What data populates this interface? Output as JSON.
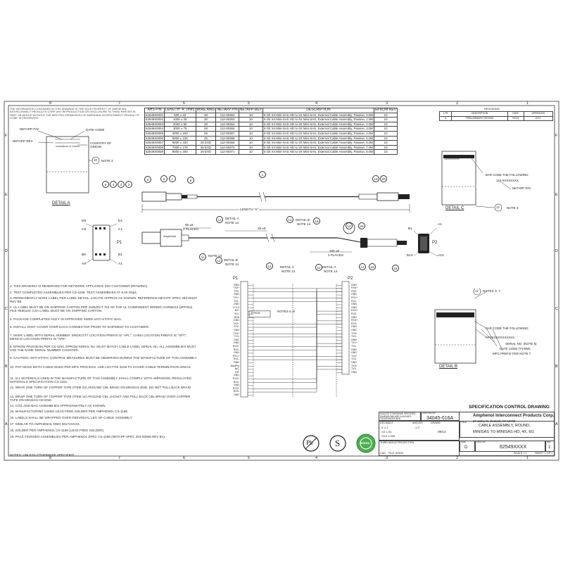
{
  "border": {
    "top_zones": [
      "8",
      "7",
      "6",
      "5",
      "4",
      "3",
      "2",
      "1"
    ],
    "bottom_zones": [
      "8",
      "7",
      "6",
      "5",
      "4",
      "3",
      "2",
      "1"
    ],
    "left_rows": [
      "F",
      "E",
      "D",
      "C",
      "B",
      "A"
    ],
    "right_rows": [
      "F",
      "E",
      "D",
      "C",
      "B",
      "A"
    ]
  },
  "proprietary_note": "THE INFORMATION CONTAINED IN THIS DRAWING IS THE SOLE PROPERTY OF AMPHENOL INTERCONNECT PRODUCTS CORP. ANY REPRODUCTION OR DISCLOSURE TO THIRD PARTIES IN PART OR WHOLE WITHOUT THE WRITTEN PERMISSION OF AMPHENOL INTERCONNECT PRODUCTS CORP. IS PROHIBITED.",
  "parts_table": {
    "headers": [
      "AHS P/N",
      "LENGTH \"A\" (mm)",
      "WIRE AWG",
      "NETAPP P/N",
      "NETAPP REV",
      "DESCRIPTION",
      "EPROM REV"
    ],
    "rows": [
      [
        "62549X0001",
        "500 ± 15",
        "30",
        "112-00362",
        "10",
        "6 Gb X4 Mini-SAS HD to 4X Mini-SAS, External Cable Assembly, Passive, 0.5M",
        "10"
      ],
      [
        "62549X0002",
        "1000 ± 25",
        "30",
        "112-00363",
        "10",
        "6 Gb X4 Mini-SAS HD to 4X Mini-SAS, External Cable Assembly, Passive, 1.0M",
        "10"
      ],
      [
        "62549X0003",
        "2000 ± 50",
        "30",
        "112-00364",
        "10",
        "6 Gb X4 Mini-SAS HD to 4X Mini-SAS, External Cable Assembly, Passive, 2.0M",
        "10"
      ],
      [
        "62549X0004",
        "3000 ± 75",
        "28",
        "112-00365",
        "10",
        "6 Gb X4 Mini-SAS HD to 4X Mini-SAS, External Cable Assembly, Passive, 3.0M",
        "10"
      ],
      [
        "62549X0005",
        "4000 ± 100",
        "26",
        "112-00367",
        "10",
        "6 Gb X4 Mini-SAS HD to 4X Mini-SAS, External Cable Assembly, Passive, 4.0M",
        "10"
      ],
      [
        "62549X0006",
        "5000 ± 125",
        "26",
        "112-00368",
        "10",
        "6 Gb X4 Mini-SAS HD to 4X Mini-SAS, External Cable Assembly, Passive, 5.0M",
        "10"
      ],
      [
        "62549X0007",
        "6000 ± 150",
        "26 EXD",
        "112-00369",
        "10",
        "6 Gb X4 Mini-SAS HD to 4X Mini-SAS, External Cable Assembly, Passive, 6.0M",
        "10"
      ],
      [
        "62549X0008",
        "7000 ± 175",
        "26 EXD",
        "112-00370",
        "10",
        "6 Gb X4 Mini-SAS HD to 4X Mini-SAS, External Cable Assembly, Passive, 7.0M",
        "10"
      ],
      [
        "62549X0009",
        "8000 ± 200",
        "26 EXD",
        "112-00371",
        "10",
        "6 Gb X4 Mini-SAS HD to 4X Mini-SAS, External Cable Assembly, Passive, 8.0M",
        "10"
      ]
    ]
  },
  "revisions": {
    "title": "REVISIONS",
    "headers": [
      "LTR",
      "DESCRIPTION",
      "DATE",
      "APPROVED"
    ],
    "row": [
      "A",
      "PRELIMINARY DESIGN",
      "09/13",
      "DCC"
    ]
  },
  "detail_a": {
    "title": "DETAIL A",
    "labels": [
      "NETAPP P/N",
      "DATE CODE",
      "NETAPP REV",
      "COUNTRY OF ORIGIN",
      "NOTE 3"
    ],
    "label_text": "ASSEMBLED IN TAIWAN",
    "balloon": "12"
  },
  "detail_c": {
    "title": "DETAIL C",
    "labels": [
      "BAR CODE THE FOLLOWING:",
      "112-XXXXXXXX",
      "NETAPP P/N",
      "NOTE 3"
    ],
    "barcode_text": "112XXXXXXXX",
    "balloon": "12"
  },
  "detail_b": {
    "title": "DETAIL B",
    "labels": [
      "NOTES 3, 7",
      "BAR CODE THE FOLLOWING:",
      "APXXXXXXXXXXXX",
      "SERIAL NO. (NOTE 8)",
      "DATE CODE (YYWW)",
      "MFG PREFIX PER NOTE 7"
    ],
    "barcode_text": "APXXXXXXXXXXXX",
    "balloon": "12"
  },
  "assembly": {
    "balloons_left": [
      "5",
      "4",
      "3",
      "2",
      "8",
      "6",
      "7",
      "9"
    ],
    "balloon_cable": "1",
    "balloons_right": [
      "19",
      "20"
    ],
    "length_label": "LENGTH \"A\"",
    "dim_65": "65 ±6",
    "places": "2 PLACES",
    "dim_25": "25 ±6",
    "dim_100": "100 ±6",
    "notes": [
      "DETAIL A",
      "NOTE 14",
      "DETAIL B",
      "NOTE 14",
      "NOTE 13",
      "DETAIL B",
      "NOTE 14",
      "DETAIL C",
      "NOTE 14",
      "DETAIL A",
      "NOTE 14"
    ],
    "balloons_lower": [
      "12",
      "12",
      "11",
      "12",
      "12",
      "12",
      "18",
      "10",
      "20",
      "16",
      "14",
      "15"
    ],
    "brand": "Amphenol"
  },
  "p1_connector": {
    "title": "P1",
    "pins": [
      "D9",
      "C9",
      "D1",
      "C1",
      "B9",
      "A9",
      "B1",
      "A1"
    ]
  },
  "p2_connector": {
    "title": "P2",
    "pins": [
      "B1",
      "A1",
      "B13",
      "A13"
    ]
  },
  "wiring": {
    "p1_title": "P1",
    "p2_title": "P2",
    "p1_signals": [
      "GND",
      "TX0+",
      "TX0-",
      "GND",
      "TX1+",
      "TX1-",
      "GND",
      "V+3.3",
      "N/C",
      "SCL",
      "SDA",
      "GND",
      "TX2+",
      "TX2-",
      "GND",
      "TX3+",
      "TX3-",
      "GND",
      "GND",
      "RX0+",
      "RX0-",
      "GND",
      "RX1+",
      "RX1-",
      "GND",
      "ModPrs",
      "N/C",
      "INT",
      "GND",
      "RX2+",
      "RX2-",
      "GND",
      "RX3+",
      "RX3-",
      "GND"
    ],
    "p2_signals": [
      "GND",
      "RX0+",
      "RX0-",
      "GND",
      "RX1+",
      "RX1-",
      "GND",
      "GND",
      "RX2+",
      "RX2-",
      "GND",
      "RX3+",
      "RX3-",
      "GND",
      "GND",
      "TX0+",
      "TX0-",
      "GND",
      "TX1+",
      "TX1-",
      "GND",
      "GND",
      "TX2+",
      "TX2-",
      "GND",
      "TX3+",
      "TX3-",
      "GND"
    ],
    "eprom_label": "EPROM",
    "eprom_notes": "NOTES 8, 9"
  },
  "notes": [
    "1.  THIS DRAWING IS RESERVED FOR NETWORK APPLIANCE (NO CUSTOMER DRAWING).",
    "2.  TEST COMPLETED ASSEMBLIES PER CS-1159.  TEST ASSEMBLIES AT 6.00 Gbps.",
    "3.  PERMANENTLY MARK LABEL PER LABEL DETAIL.  LOCATE APPROX AS SHOWN. REFERENCE NETAPP SPEC 263-00167 REV B0.",
    "4.  UL LABEL MUST BE ON SHIPPING CARTON PER SUBJECT 764 OF THE UL COMPONENT WIRING HARNESS (ZPFW2) FILE #E86140.  CSA LABEL MUST BE ON SHIPPING CARTON.",
    "5.  PACKAGE COMPLETED ASS'Y IN APPROVED SIZED ANTI-STATIC BAG.",
    "6.  INSTALL DUST COVER OVER EACH CONNECTOR PRIOR TO SHIPMENT TO CUSTOMER.",
    "7.  MARK LABEL WITH SERIAL NUMBER.  ENDICOTT LOCATION PREFIX IS \"APL\". CHINA LOCATION PREFIX IS \"APT\".  MEXICO LOCATION PREFIX IS \"APE\".",
    "8.  EPROM PROGRAM PER CS-1154.  EPROM SERIAL No. MUST MATCH CABLE LABEL SERIAL No. ALL ASSEMBLIES MUST USE THE SAME SERIAL NUMBER COUNTER.",
    "9.  CAUTION: ANTI-STATIC CONTROL MEASURES MUST BE OBSERVED DURING THE MANUFACTURE OF THIS ASSEMBLY.",
    "10. POT MOLD BOTH CABLE ENDS PER MFG PROCESS.  USE LOCTITE 3106 TO COVER CABLE TERMINATION AREAS.",
    "11. ALL MATERIALS USED IN THE MANUFACTURE OF THIS ASSEMBLY SHALL COMPLY WITH AMPHENOL REGULATED MATERIALS SPECIFICATION CS-1152.",
    "12. WRAP ONE TURN OF COPPER TAPE (ITEM 22) AROUND CBL BRAID ON MINISAS END. DO NOT PULL BACK BRAID.",
    "13. WRAP ONE TURN OF COPPER TAPE (ITEM 11) AROUND CBL JACKET AND PULL BACK CBL BRAID OVER COPPER TAPE ON MINISAS HD END.",
    "14. COIL AND BAG ASSEMBLIES APPROXIMATELY AS SHOWN.",
    "15. MANUFACTURING USING LEAD FREE SOLDER PER AMPHENOL CS-1186.",
    "16. LABELS SHALL BE WRAPPED OVER INDIVIDUAL LEG OF CABLE ASSEMBLY.",
    "17. SIMILAR TO AMPHENOL DWG 60174XXXX.",
    "18. SOLDER PER AMPHENOL CS-1186 (LEAD FREE SOLDER).",
    "19. PACK FINISHED ASSEMBLIES PER AMPHENOL SPEC CS-1196 (NETAPP SPEC 263-00058 REV B1)."
  ],
  "notes_footer": "NOTES: UNLESS OTHERWISE SPECIFIED",
  "title_block": {
    "heading": "SPECIFICATION CONTROL DRAWING",
    "company": "Amphenol Interconnect Products Corp.",
    "address": "20 Valley St. Endicott, NY  13760",
    "tolerance_note": "UNLESS OTHERWISE SPECIFIED DIMENSIONS ARE IN INCHES TOLERANCES ARE:",
    "cad_file_label": "CAD FILE NO.",
    "cad_file": "34045-016A",
    "drawn_label": "DRAWN",
    "date": "09/13",
    "decimals_label": "DECIMALS",
    "decimals": [
      ".X   ±.1",
      ".XX  ±.03",
      ".XXX ±.005"
    ],
    "angles_label": "ANGLES",
    "angles": "± 2°",
    "title_label": "TITLE",
    "title_line1": "CABLE ASSEMBLY, ROUND,",
    "title_line2": "MINISAS TO MINISAS HD, 4X, 6G",
    "projection": "THIRD ANGLE PROJECTION",
    "size_label": "SIZE",
    "size": "D",
    "dwg_label": "DWG NO.",
    "dwg_no": "62549XXXX",
    "rev_label": "REV",
    "rev": "1",
    "scale": "SCALE  1:1",
    "sheet": "SHEET 1 OF 1",
    "cad_label": "CAD",
    "file_label": "FILE: 62549"
  },
  "symbols": {
    "pb": "Pb",
    "s": "S",
    "green": "GREEN"
  }
}
